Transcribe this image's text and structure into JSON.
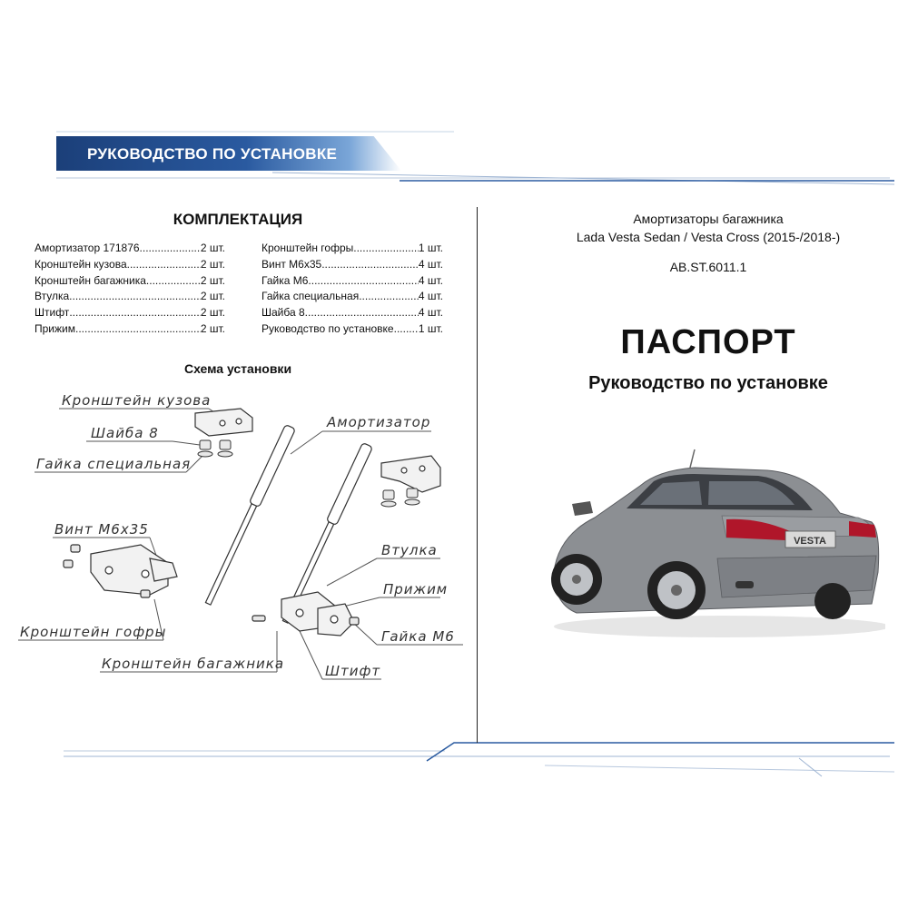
{
  "header": {
    "title": "РУКОВОДСТВО ПО УСТАНОВКЕ"
  },
  "kit": {
    "title": "КОМПЛЕКТАЦИЯ",
    "left": [
      {
        "name": "Амортизатор 171876",
        "qty": "2 шт."
      },
      {
        "name": "Кронштейн кузова",
        "qty": "2 шт."
      },
      {
        "name": "Кронштейн багажника",
        "qty": "2 шт."
      },
      {
        "name": "Втулка",
        "qty": "2 шт."
      },
      {
        "name": "Штифт",
        "qty": "2 шт."
      },
      {
        "name": "Прижим",
        "qty": "2 шт."
      }
    ],
    "right": [
      {
        "name": "Кронштейн гофры",
        "qty": "1 шт."
      },
      {
        "name": "Винт М6х35",
        "qty": "4 шт."
      },
      {
        "name": "Гайка М6",
        "qty": "4 шт."
      },
      {
        "name": "Гайка специальная",
        "qty": "4 шт."
      },
      {
        "name": "Шайба 8",
        "qty": "4 шт."
      },
      {
        "name": "Руководство по установке",
        "qty": "1 шт."
      }
    ]
  },
  "scheme": {
    "title": "Схема установки",
    "labels": {
      "body_bracket": "Кронштейн кузова",
      "washer": "Шайба 8",
      "special_nut": "Гайка специальная",
      "shock": "Амортизатор",
      "screw": "Винт М6х35",
      "bushing": "Втулка",
      "clamp": "Прижим",
      "nut_m6": "Гайка М6",
      "corrugation_bracket": "Кронштейн гофры",
      "trunk_bracket": "Кронштейн багажника",
      "pin": "Штифт"
    }
  },
  "product": {
    "line1": "Амортизаторы багажника",
    "line2": "Lada Vesta Sedan / Vesta Cross (2015-/2018-)",
    "code": "AB.ST.6011.1",
    "passport": "ПАСПОРТ",
    "subtitle": "Руководство по установке",
    "car_badge": "VESTA"
  },
  "colors": {
    "banner": "#1b3f79",
    "accent_line": "#2a5aa0",
    "car_body": "#8c8f93",
    "tail_light": "#b0162a"
  }
}
